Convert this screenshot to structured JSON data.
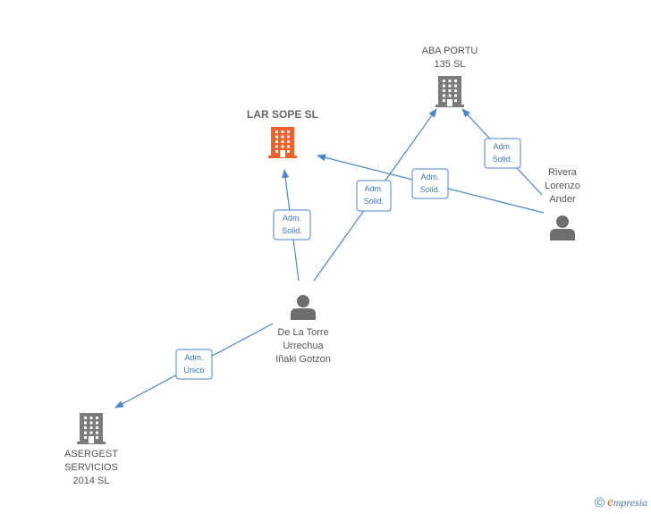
{
  "colors": {
    "edge": "#4a86cf",
    "company": "#7b7b7b",
    "company_main": "#f0602a",
    "person": "#6e6e6e"
  },
  "nodes": [
    {
      "id": "lar-sope",
      "type": "company",
      "main": true,
      "icon": "building-icon",
      "label": [
        "LAR SOPE  SL"
      ]
    },
    {
      "id": "aba-portu",
      "type": "company",
      "main": false,
      "icon": "building-icon",
      "label": [
        "ABA PORTU",
        "135  SL"
      ]
    },
    {
      "id": "asergest",
      "type": "company",
      "main": false,
      "icon": "building-icon",
      "label": [
        "ASERGEST",
        "SERVICIOS",
        "2014  SL"
      ]
    },
    {
      "id": "rivera",
      "type": "person",
      "main": false,
      "icon": "person-icon",
      "label": [
        "Rivera",
        "Lorenzo",
        "Ander"
      ]
    },
    {
      "id": "de-la-torre",
      "type": "person",
      "main": false,
      "icon": "person-icon",
      "label": [
        "De La Torre",
        "Urrechua",
        "Iñaki Gotzon"
      ]
    }
  ],
  "edges": [
    {
      "from": "de-la-torre",
      "to": "lar-sope",
      "label": [
        "Adm.",
        "Solid."
      ]
    },
    {
      "from": "de-la-torre",
      "to": "aba-portu",
      "label": [
        "Adm.",
        "Solid."
      ]
    },
    {
      "from": "rivera",
      "to": "aba-portu",
      "label": [
        "Adm.",
        "Solid."
      ]
    },
    {
      "from": "rivera",
      "to": "lar-sope",
      "label": [
        "Adm.",
        "Solid."
      ]
    },
    {
      "from": "de-la-torre",
      "to": "asergest",
      "label": [
        "Adm.",
        "Unico"
      ]
    }
  ],
  "watermark": {
    "copyright": "©",
    "brand_initial": "e",
    "brand_rest": "mpresia"
  }
}
